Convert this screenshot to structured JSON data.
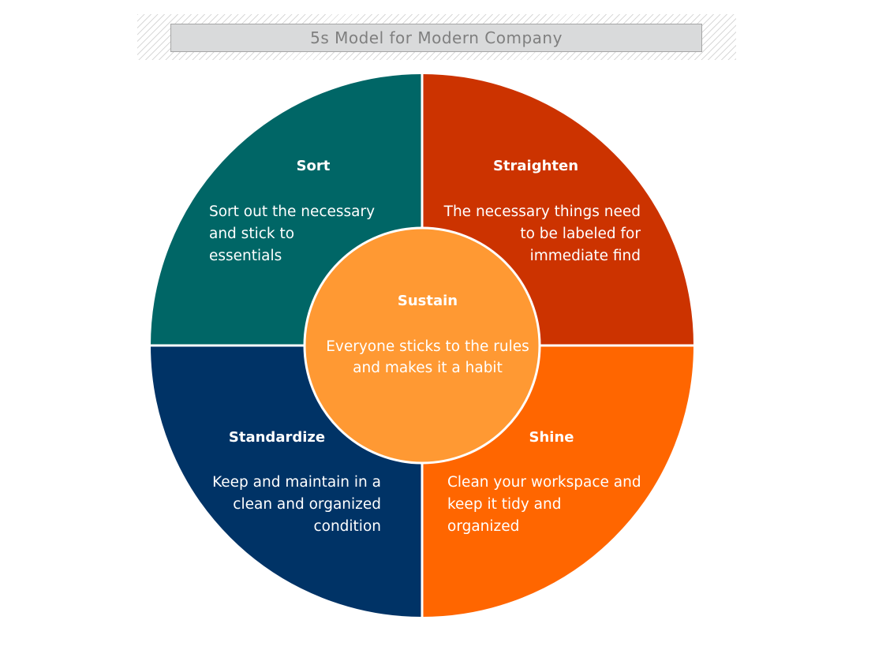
{
  "title": "5s Model for Modern Company",
  "colors": {
    "sort": "#006666",
    "straighten": "#cc3300",
    "standardize": "#003366",
    "shine": "#ff6600",
    "sustain": "#ff9933",
    "divider": "#ffffff"
  },
  "segments": {
    "sort": {
      "title": "Sort",
      "lines": [
        "Sort out the necessary",
        "and stick to",
        "essentials"
      ]
    },
    "straighten": {
      "title": "Straighten",
      "lines": [
        "The necessary things need",
        "to be labeled for",
        "immediate find"
      ]
    },
    "standardize": {
      "title": "Standardize",
      "lines": [
        "Keep and maintain in a",
        "clean and organized",
        "condition"
      ]
    },
    "shine": {
      "title": "Shine",
      "lines": [
        "Clean your workspace and",
        "keep it tidy and",
        "organized"
      ]
    },
    "sustain": {
      "title": "Sustain",
      "lines": [
        "Everyone sticks to the rules",
        "and makes it a habit"
      ]
    }
  }
}
